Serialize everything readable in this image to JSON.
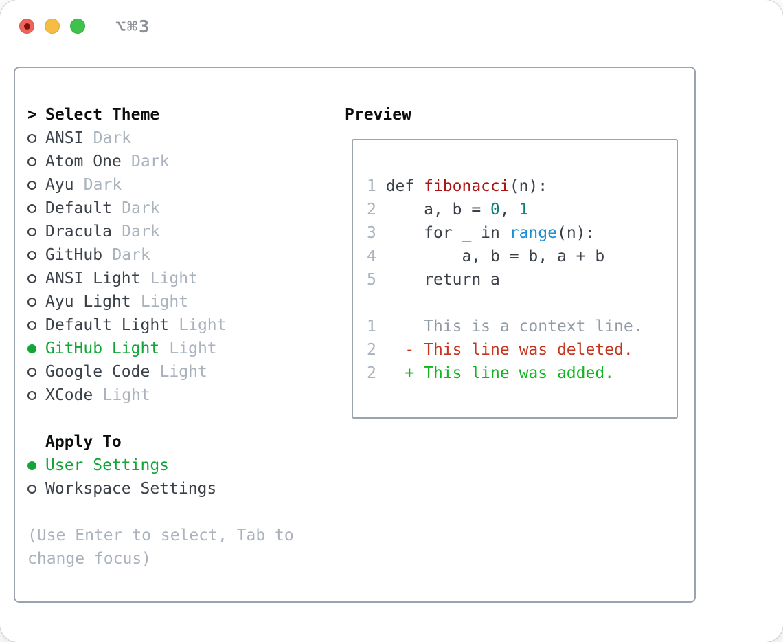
{
  "window": {
    "shortcut": "⌥⌘3"
  },
  "colors": {
    "tl-red": "#f0635a",
    "tl-red-dot": "#7c130d",
    "tl-yellow": "#f6bd40",
    "tl-green": "#3ec24b",
    "title-gray": "#8b9097",
    "border": "#9aa3ae",
    "header": "#0b0d0f",
    "code": "#3b4149",
    "muted": "#a9b2bd",
    "context": "#939ca6",
    "green": "#13a538",
    "func": "#a81616",
    "number": "#0d7f7a",
    "builtin": "#1b8fd0",
    "deleted": "#c5341f",
    "added": "#12b41f"
  },
  "theme_picker": {
    "header_prefix": ">",
    "header_label": "Select Theme",
    "items": [
      {
        "name": "ANSI",
        "variant": "Dark",
        "selected": false
      },
      {
        "name": "Atom One",
        "variant": "Dark",
        "selected": false
      },
      {
        "name": "Ayu",
        "variant": "Dark",
        "selected": false
      },
      {
        "name": "Default",
        "variant": "Dark",
        "selected": false
      },
      {
        "name": "Dracula",
        "variant": "Dark",
        "selected": false
      },
      {
        "name": "GitHub",
        "variant": "Dark",
        "selected": false
      },
      {
        "name": "ANSI Light",
        "variant": "Light",
        "selected": false
      },
      {
        "name": "Ayu Light",
        "variant": "Light",
        "selected": false
      },
      {
        "name": "Default Light",
        "variant": "Light",
        "selected": false
      },
      {
        "name": "GitHub Light",
        "variant": "Light",
        "selected": true
      },
      {
        "name": "Google Code",
        "variant": "Light",
        "selected": false
      },
      {
        "name": "XCode",
        "variant": "Light",
        "selected": false
      }
    ],
    "apply_to_label": "Apply To",
    "apply_options": [
      {
        "label": "User Settings",
        "selected": true
      },
      {
        "label": "Workspace Settings",
        "selected": false
      }
    ],
    "hint": "(Use Enter to select, Tab to change focus)"
  },
  "preview": {
    "label": "Preview",
    "lines": [
      {
        "tokens": [
          {
            "t": "1 ",
            "c": "num"
          },
          {
            "t": "def ",
            "c": "code"
          },
          {
            "t": "fibonacci",
            "c": "func"
          },
          {
            "t": "(n):",
            "c": "code"
          }
        ]
      },
      {
        "tokens": [
          {
            "t": "2 ",
            "c": "num"
          },
          {
            "t": "    a, b = ",
            "c": "code"
          },
          {
            "t": "0",
            "c": "number"
          },
          {
            "t": ", ",
            "c": "code"
          },
          {
            "t": "1",
            "c": "number"
          }
        ]
      },
      {
        "tokens": [
          {
            "t": "3 ",
            "c": "num"
          },
          {
            "t": "    for _ in ",
            "c": "code"
          },
          {
            "t": "range",
            "c": "builtin"
          },
          {
            "t": "(n):",
            "c": "code"
          }
        ]
      },
      {
        "tokens": [
          {
            "t": "4 ",
            "c": "num"
          },
          {
            "t": "        a, b = b, a + b",
            "c": "code"
          }
        ]
      },
      {
        "tokens": [
          {
            "t": "5 ",
            "c": "num"
          },
          {
            "t": "    return a",
            "c": "code"
          }
        ]
      },
      {
        "tokens": []
      },
      {
        "tokens": [
          {
            "t": "1 ",
            "c": "num"
          },
          {
            "t": "    This is a context line.",
            "c": "context"
          }
        ]
      },
      {
        "tokens": [
          {
            "t": "2 ",
            "c": "num"
          },
          {
            "t": "  - This line was deleted.",
            "c": "deleted"
          }
        ]
      },
      {
        "tokens": [
          {
            "t": "2 ",
            "c": "num"
          },
          {
            "t": "  + This line was added.",
            "c": "added"
          }
        ]
      }
    ]
  }
}
